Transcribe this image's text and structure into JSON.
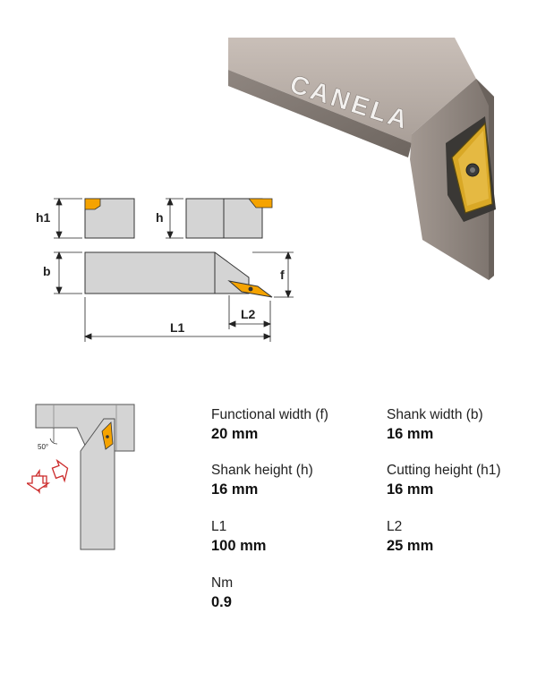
{
  "product": {
    "brand": "CANELA"
  },
  "drawing": {
    "dim_h1": "h1",
    "dim_h": "h",
    "dim_b": "b",
    "dim_f": "f",
    "dim_L1": "L1",
    "dim_L2": "L2",
    "angle": "50°"
  },
  "specs": [
    {
      "label": "Functional width (f)",
      "value": "20 mm"
    },
    {
      "label": "Shank width (b)",
      "value": "16 mm"
    },
    {
      "label": "Shank height (h)",
      "value": "16 mm"
    },
    {
      "label": "Cutting height (h1)",
      "value": "16 mm"
    },
    {
      "label": "L1",
      "value": "100 mm"
    },
    {
      "label": "L2",
      "value": "25 mm"
    },
    {
      "label": "Nm",
      "value": "0.9"
    }
  ],
  "colors": {
    "body_gray": "#d4d4d4",
    "insert_gold": "#f5a300",
    "arrow_red": "#cc2b2b"
  }
}
